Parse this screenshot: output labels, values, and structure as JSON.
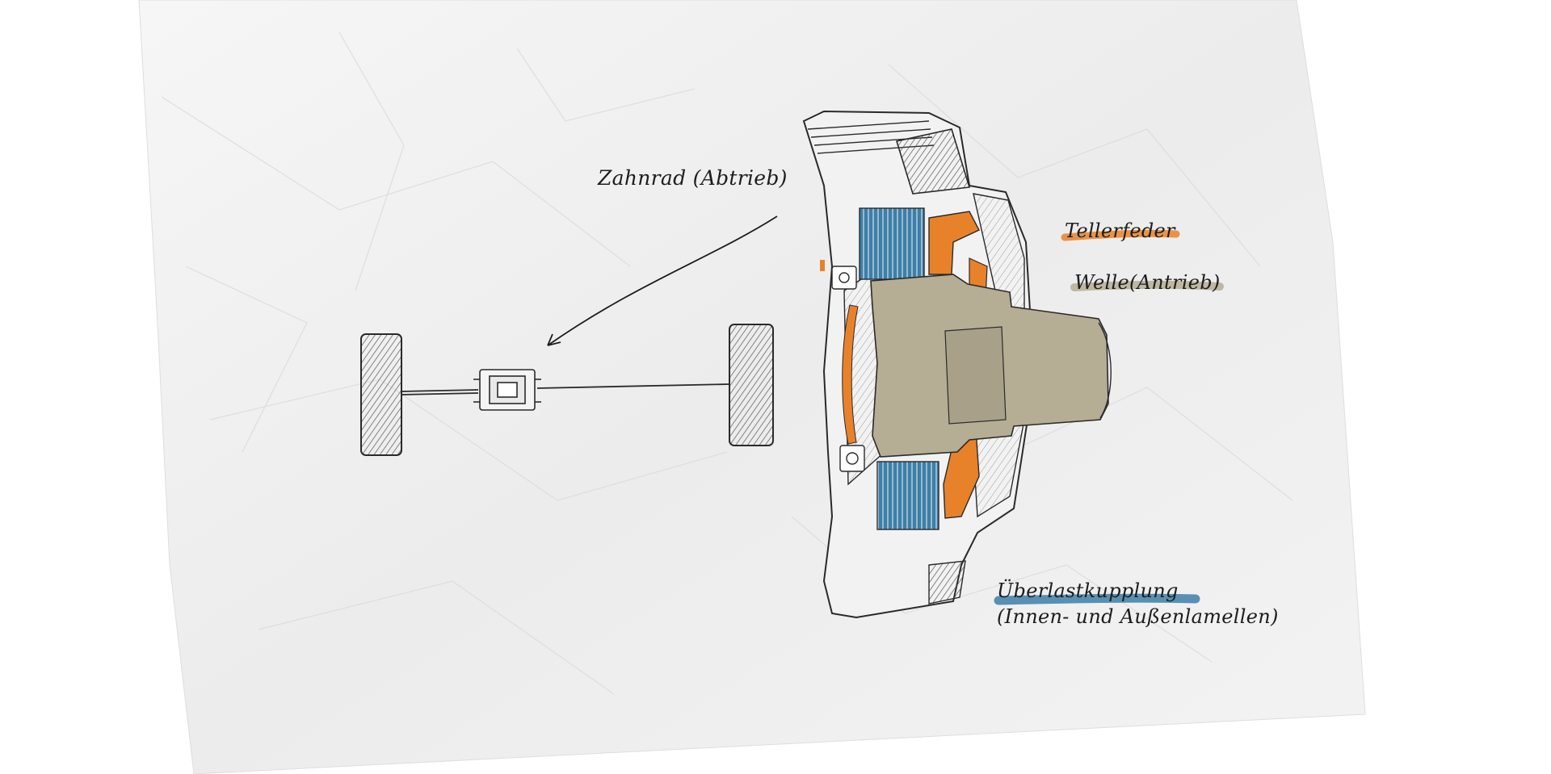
{
  "labels": {
    "gear_output": "Zahnrad (Abtrieb)",
    "disc_spring": "Tellerfeder",
    "shaft_input": "Welle(Antrieb)",
    "overload_clutch": "Überlastkupplung",
    "overload_clutch_detail": "(Innen- und Außenlamellen)"
  },
  "colors": {
    "paper": "#f1f2f2",
    "ink": "#2a2a2a",
    "disc_spring": "#e8822a",
    "shaft": "#b5ad94",
    "clutch_plates": "#3d7fa8",
    "wheel_hatch": "#555555"
  },
  "icons": {
    "arrow": "arrow-icon",
    "wheel": "wheel-icon",
    "gear_housing": "gear-housing-icon"
  }
}
